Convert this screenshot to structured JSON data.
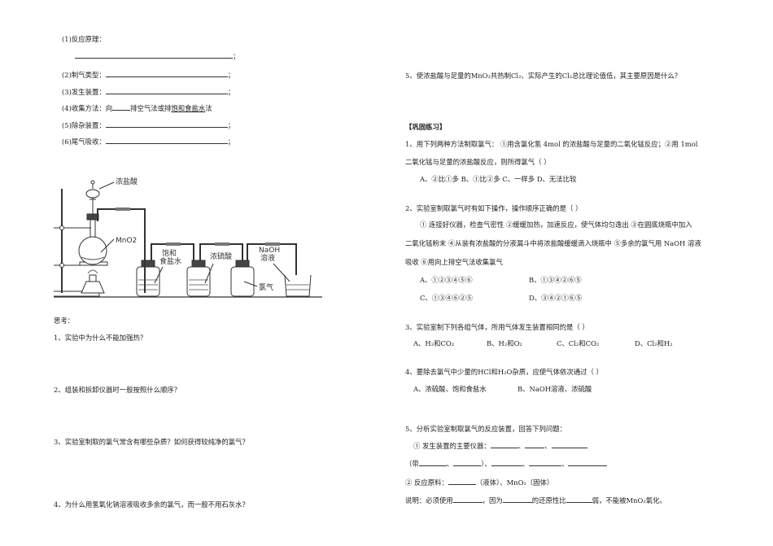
{
  "left": {
    "items": [
      {
        "label": "(1)反应原理：",
        "suffix": "；"
      },
      {
        "label": "(2)制气类型：",
        "suffix": "；"
      },
      {
        "label": "(3)发生装置：",
        "suffix": "；"
      },
      {
        "label": "(4)收集方法：",
        "pre": "向",
        "mid": "排空气法或排",
        "underlined": "饱和食盐水",
        "post": "法"
      },
      {
        "label": "(5)除杂装置：",
        "suffix": "；"
      },
      {
        "label": "(6)尾气吸收：",
        "suffix": "；"
      }
    ],
    "diagram": {
      "funnel_label": "浓盐酸",
      "flask_label": "MnO2",
      "bottle1_label_line1": "饱和",
      "bottle1_label_line2": "食盐水",
      "bottle2_label": "浓硫酸",
      "bottle3_label": "氯气",
      "beaker_label_line1": "NaOH",
      "beaker_label_line2": "溶液"
    },
    "think_title": "思考：",
    "questions": [
      "1、实验中为什么不能加强热？",
      "2、组装和拆卸仪器时一般按照什么顺序？",
      "3、实验室制取的氯气常含有哪些杂质？如何获得较纯净的氯气？",
      "4、为什么用氢氧化钠溶液吸收多余的氯气，而一般不用石灰水？"
    ]
  },
  "right": {
    "q5": "5、使浓盐酸与足量的MnO₂共热制Cl₂、实际产生的Cl₂总比理论值低，其主要原因是什么？",
    "practice_title": "【巩固练习】",
    "p1": {
      "line1": "1、用下列两种方法制取氯气： ①用含氯化氢 4mol 的浓盐酸与足量的二氧化锰反应；②用 1mol",
      "line2": "二氧化锰与足量的浓盐酸反应，则所得氯气（          ）",
      "options": "A、②比①多    B、①比②多  C、一样多 D、无法比较"
    },
    "p2": {
      "line1": "2、实验室制取氯气时有如下操作，操作顺序正确的是（          ）",
      "line2": "① 连接好仪器，检查气密性 ②缓缓加热，加速反应，使气体均匀逸出 ③在圆底烧瓶中加入",
      "line3": "二氧化锰粉末 ④从装有浓盐酸的分液漏斗中将浓盐酸缓缓滴入烧瓶中 ⑤多余的氯气用 NaOH 溶液",
      "line4": "吸收 ⑥用向上排空气法收集氯气",
      "optA": "A、①②③④⑤⑥",
      "optB": "B、①③④②⑥⑤",
      "optC": "C、①③④⑥②⑤",
      "optD": "D、③④②①⑥⑤"
    },
    "p3": {
      "line1": "3、实验室制下列各组气体，所用气体发生装置相同的是（          ）",
      "optA": "A、H₂和CO₂",
      "optB": "B、H₂和O₂",
      "optC": "C、Cl₂和CO₂",
      "optD": "D、Cl₂和H₂"
    },
    "p4": {
      "line1": "4、要除去氯气中少量的HCl和H₂O杂质，应使气体依次通过（          ）",
      "optA": "A、浓硫酸、饱和食盐水",
      "optB": "B、NaOH溶液、浓硫酸"
    },
    "p5": {
      "line1": "5、分析实验室制取氯气的反应装置，回答下列问题：",
      "sub1_label": "① 发生装置的主要仪器：",
      "sub1_sep": "、",
      "sub1b_open": "（带",
      "sub1b_close": "）、",
      "sub2_label": "② 反应原料：",
      "sub2_rest": "（液体）、MnO₂（固体）",
      "note_a": "说明：必须使用",
      "note_b": "，因为",
      "note_c": "的还原性比",
      "note_d": "弱，不能被MnO₂氧化。"
    }
  }
}
